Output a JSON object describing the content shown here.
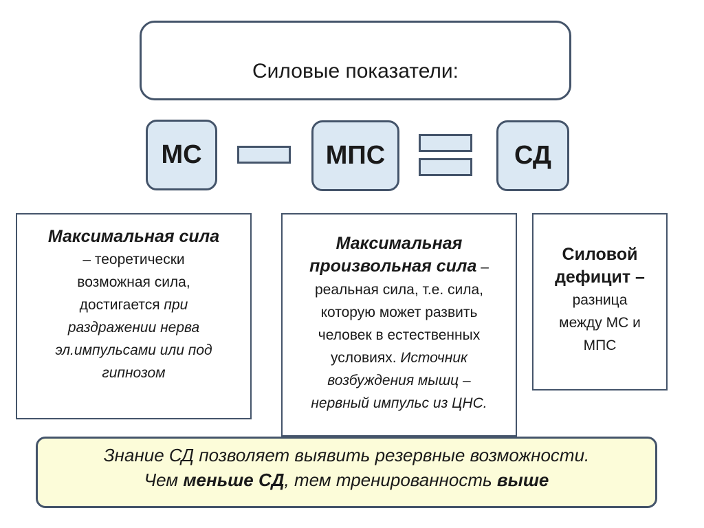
{
  "title": "Силовые показатели:",
  "abbreviations": {
    "ms": "МС",
    "mps": "МПС",
    "sd": "СД"
  },
  "operators": {
    "first": "minus",
    "second": "equals"
  },
  "definitions": {
    "ms": {
      "heading": "Максимальная сила",
      "text_lines": [
        "– теоретически",
        "возможная сила,",
        "достигается "
      ],
      "italic_lines": [
        "при",
        "раздражении нерва",
        "эл.импульсами или под",
        "гипнозом"
      ]
    },
    "mps": {
      "heading_line1": "Максимальная",
      "heading_line2": "произвольная сила",
      "dash": " –",
      "text_lines": [
        "реальная сила, т.е. сила,",
        "которую может развить",
        "человек в естественных",
        "условиях. "
      ],
      "italic_lines": [
        "Источник",
        "возбуждения мышц –",
        "нервный импульс из ЦНС."
      ]
    },
    "sd": {
      "heading_line1": "Силовой",
      "heading_line2": "дефицит –",
      "text_lines": [
        "разница",
        "между МС и",
        "МПС"
      ]
    }
  },
  "note": {
    "line1": "Знание СД позволяет выявить резервные возможности.",
    "line2_part1": "Чем ",
    "line2_bold1": "меньше СД",
    "line2_part2": ", тем тренированность ",
    "line2_bold2": "выше"
  },
  "colors": {
    "border": "#44546a",
    "abbr_fill": "#dbe8f3",
    "note_fill": "#fcfcd9"
  }
}
